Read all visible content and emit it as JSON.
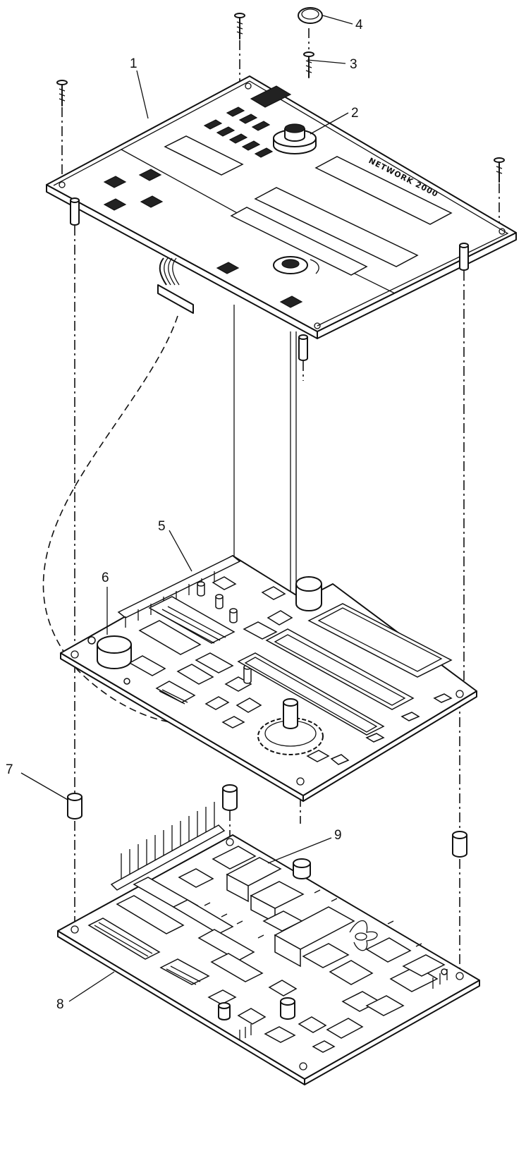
{
  "callouts": {
    "c1": "1",
    "c2": "2",
    "c3": "3",
    "c4": "4",
    "c5": "5",
    "c6": "6",
    "c7": "7",
    "c8": "8",
    "c9": "9"
  },
  "panel_brand": "NETWORK 2000",
  "colors": {
    "ink": "#111111",
    "background": "#ffffff"
  }
}
